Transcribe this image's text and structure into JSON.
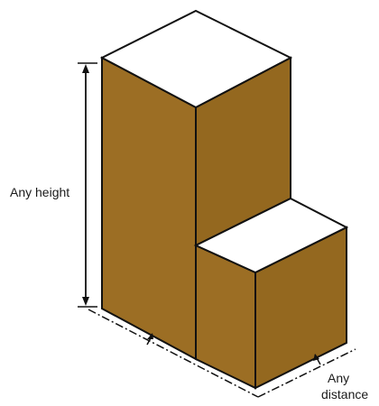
{
  "labels": {
    "height": "Any height",
    "distance_line1": "Any",
    "distance_line2": "distance"
  },
  "colors": {
    "face_left": "#9c6e24",
    "face_right": "#94681f",
    "face_top": "#ffffff",
    "outline": "#111111",
    "dimension": "#111111"
  }
}
